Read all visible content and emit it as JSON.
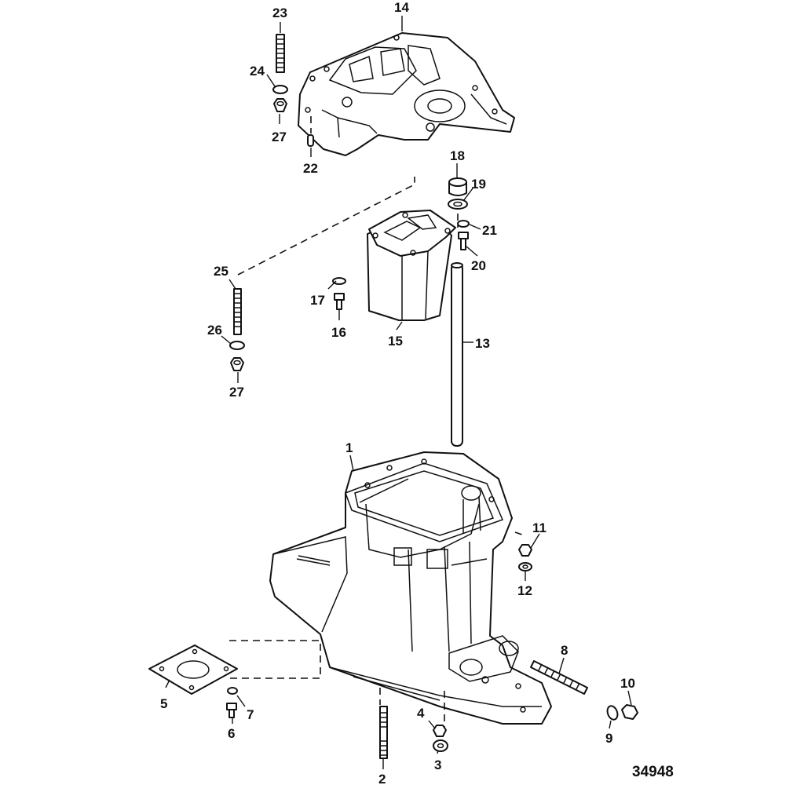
{
  "figure_number": "34948",
  "callouts": {
    "c1": "1",
    "c2": "2",
    "c3": "3",
    "c4": "4",
    "c5": "5",
    "c6": "6",
    "c7": "7",
    "c8": "8",
    "c9": "9",
    "c10": "10",
    "c11": "11",
    "c12": "12",
    "c13": "13",
    "c14": "14",
    "c15": "15",
    "c16": "16",
    "c17": "17",
    "c18": "18",
    "c19": "19",
    "c20": "20",
    "c21": "21",
    "c22": "22",
    "c23": "23",
    "c24": "24",
    "c25": "25",
    "c26": "26",
    "c27a": "27",
    "c27b": "27"
  }
}
